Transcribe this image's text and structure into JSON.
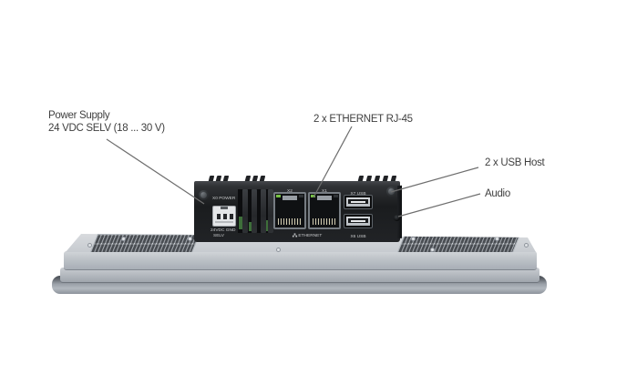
{
  "callouts": {
    "power": {
      "line1": "Power Supply",
      "line2": "24 VDC SELV (18 ... 30 V)"
    },
    "ethernet": "2 x ETHERNET RJ-45",
    "usb": "2 x USB Host",
    "audio": "Audio"
  },
  "device_labels": {
    "power_port": "X0 POWER",
    "power_sub1": "24VDC GND",
    "power_sub2": "SELV",
    "eth_left": "X2",
    "eth_right": "X1",
    "ethernet_caption": "ETHERNET",
    "usb_top": "X7 USB",
    "usb_bottom": "X6 USB"
  },
  "colors": {
    "led_green": "#76c043",
    "chassis_black": "#1b1d1f",
    "panel_gray": "#c3c7cc",
    "leader_line": "#6e6e6e",
    "callout_text": "#3f3f3f"
  }
}
